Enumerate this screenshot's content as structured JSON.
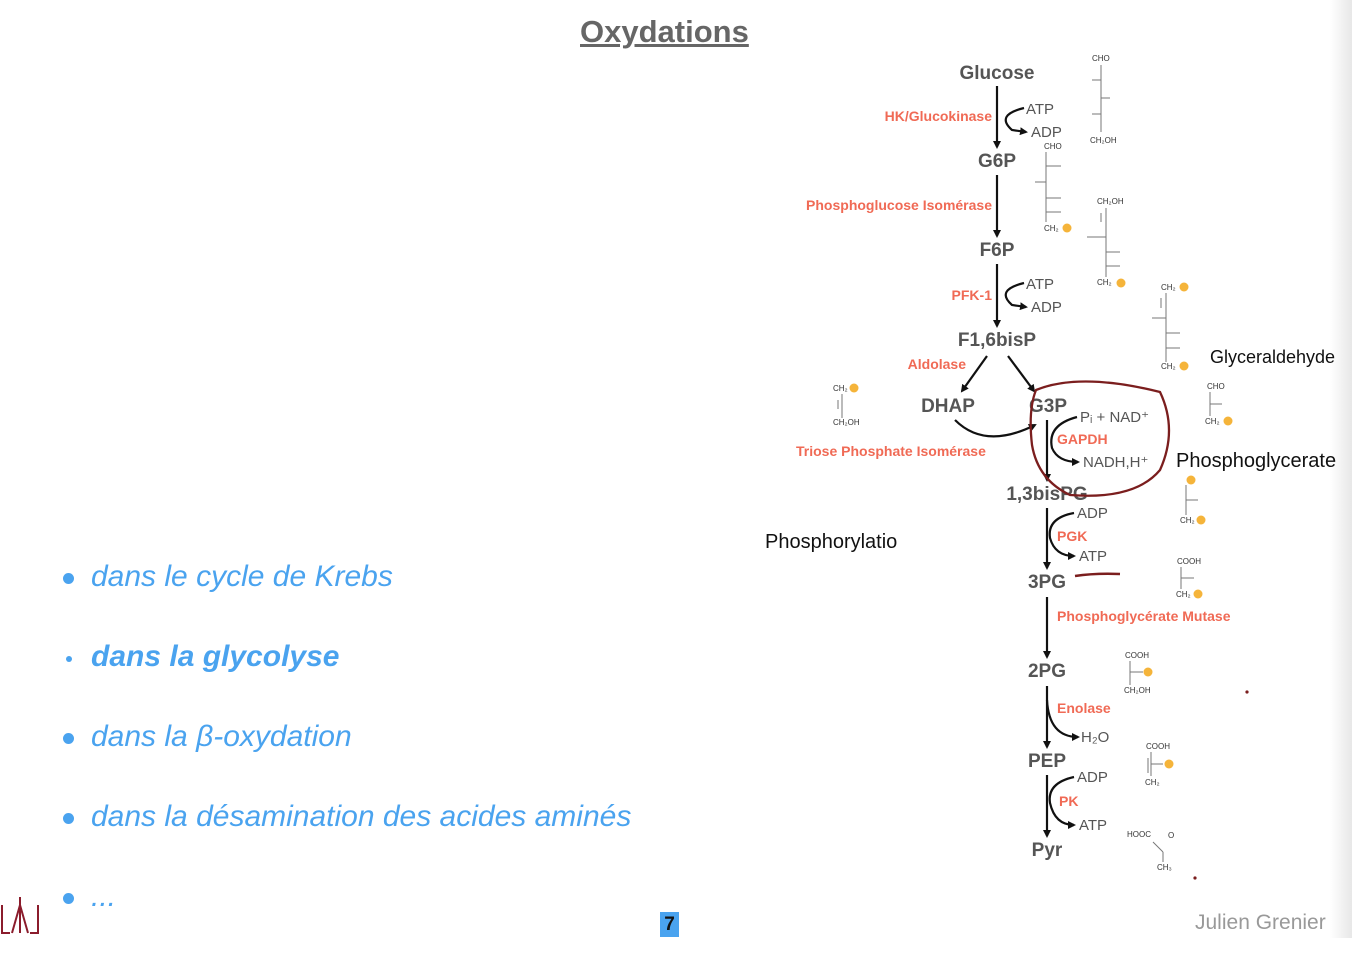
{
  "title": "Oxydations",
  "bullets": [
    "dans le cycle de Krebs",
    "dans la glycolyse",
    "dans la β-oxydation",
    "dans la désamination des acides aminés",
    "..."
  ],
  "page_number": "7",
  "author": "Julien Grenier",
  "annotations": {
    "glyceraldehyde": "Glyceraldehyde",
    "phosphoglycerate": "Phosphoglycerate",
    "phosphorylation": "Phosphorylatio"
  },
  "pathway": {
    "metabolites": {
      "glucose": "Glucose",
      "g6p": "G6P",
      "f6p": "F6P",
      "f16bp": "F1,6bisP",
      "dhap": "DHAP",
      "g3p": "G3P",
      "bpg13": "1,3bisPG",
      "pg3": "3PG",
      "pg2": "2PG",
      "pep": "PEP",
      "pyr": "Pyr"
    },
    "enzymes": {
      "hk": "HK/Glucokinase",
      "pgi": "Phosphoglucose Isomérase",
      "pfk": "PFK-1",
      "aldolase": "Aldolase",
      "tpi": "Triose Phosphate Isomérase",
      "gapdh": "GAPDH",
      "pgk": "PGK",
      "pgm": "Phosphoglycérate Mutase",
      "enolase": "Enolase",
      "pk": "PK"
    },
    "cofactors": {
      "hk_in": "ATP",
      "hk_out": "ADP",
      "pfk_in": "ATP",
      "pfk_out": "ADP",
      "gapdh_in": "Pᵢ + NAD⁺",
      "gapdh_out": "NADH,H⁺",
      "pgk_in": "ADP",
      "pgk_out": "ATP",
      "enolase_out": "H₂O",
      "pk_in": "ADP",
      "pk_out": "ATP"
    },
    "structure_labels": {
      "cho": "CHO",
      "ch2oh": "CH₂OH",
      "ch2p": "CH₂",
      "cooh": "COOH",
      "ch2": "CH₂",
      "hooc": "HOOC",
      "ch3": "CH₃",
      "o": "O",
      "p": "P"
    }
  },
  "colors": {
    "accent": "#4aa3ef",
    "enzyme": "#f06a55",
    "annotation": "#7b1e1e",
    "phosphate": "#f5b43a"
  }
}
